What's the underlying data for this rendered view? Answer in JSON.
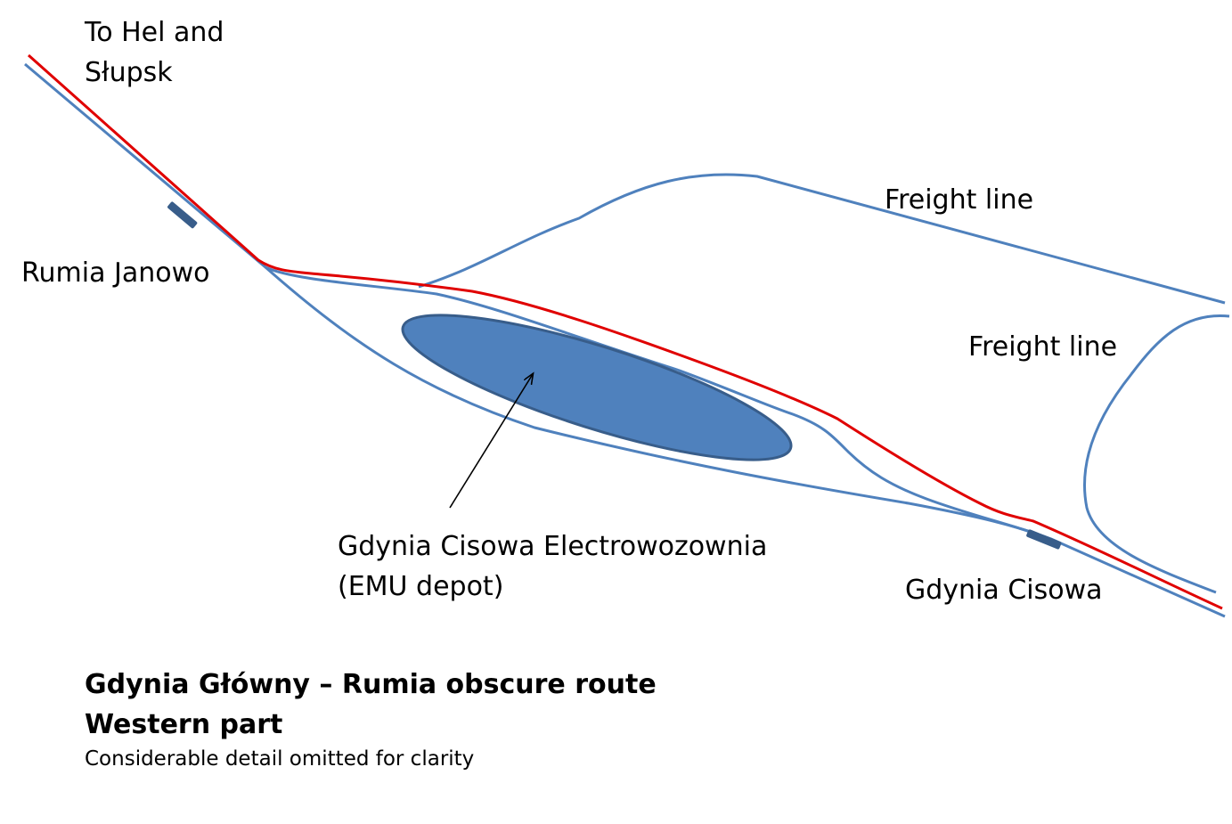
{
  "labels": {
    "hel_slupsk_line1": "To Hel and",
    "hel_slupsk_line2": "Słupsk",
    "rumia_janowo": "Rumia Janowo",
    "freight_line_upper": "Freight line",
    "freight_line_right": "Freight line",
    "depot_line1": "Gdynia Cisowa Electrowozownia",
    "depot_line2": "(EMU depot)",
    "gdynia_cisowa": "Gdynia Cisowa"
  },
  "title": {
    "line1": "Gdynia Główny – Rumia obscure route",
    "line2": "Western part",
    "note": "Considerable detail omitted for clarity"
  },
  "colors": {
    "track": "#4F81BD",
    "electrified_route": "#E00000",
    "depot_fill": "#4F81BD",
    "depot_stroke": "#385D8A",
    "platform": "#385D8A",
    "arrow": "#000000"
  }
}
